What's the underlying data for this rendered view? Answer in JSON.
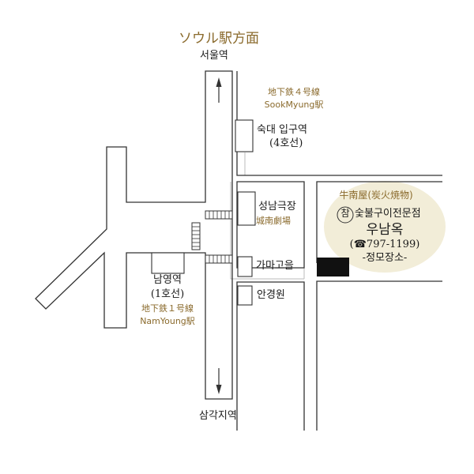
{
  "colors": {
    "road_outline": "#333333",
    "brown_label": "#8a6a2c",
    "restaurant_bg": "#f2edd8",
    "marker": "#111111",
    "thin_line": "#bbbbbb"
  },
  "direction": {
    "seoul_station": "ソウル駅方面"
  },
  "stations": {
    "seoul": "서울역",
    "samgakji": "삼각지역",
    "sookmyung": {
      "kr": "숙대 입구역",
      "line": "(4호선)",
      "jp": "地下鉄４号線",
      "en": "SookMyung駅"
    },
    "namyoung": {
      "kr": "남영역",
      "line": "(1호선)",
      "jp": "地下鉄１号線",
      "en": "NamYoung駅"
    }
  },
  "landmarks": {
    "seongnam_theater": {
      "kr": "성남극장",
      "cn": "城南劇場"
    },
    "gamagoeul": "가마고을",
    "angyeongwon": "안경원"
  },
  "restaurant": {
    "jp": "牛南屋(炭火焼物)",
    "badge": "참",
    "sub": "숯불구이전문점",
    "name": "우남옥",
    "phone": "(☎797-1199)",
    "tag": "-정모장소-"
  },
  "icons": {
    "arrow_up": "arrow-up-icon",
    "arrow_down": "arrow-down-icon",
    "crosswalk": "crosswalk-icon"
  }
}
